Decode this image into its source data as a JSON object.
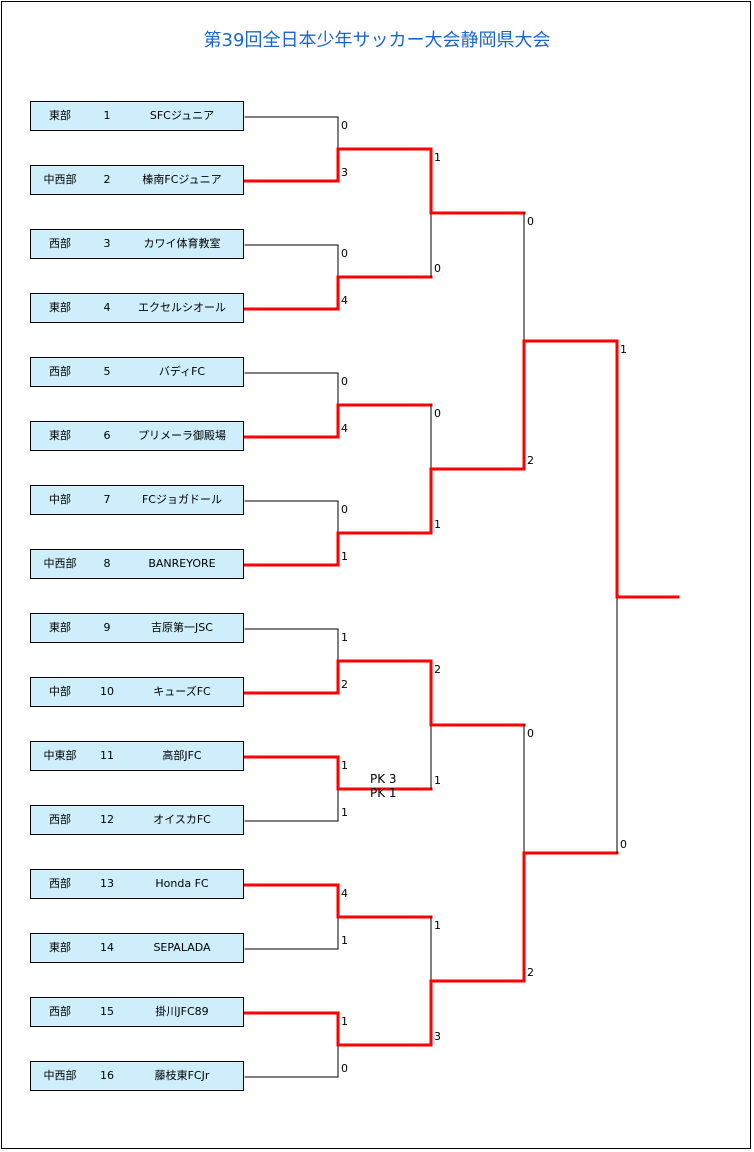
{
  "title": "第39回全日本少年サッカー大会静岡県大会",
  "colors": {
    "title": "#1a66cc",
    "box": "#cdeefa",
    "winner": "#ff0000",
    "line": "#000000"
  },
  "teams": [
    {
      "region": "東部",
      "seed": "1",
      "name": "SFCジュニア"
    },
    {
      "region": "中西部",
      "seed": "2",
      "name": "榛南FCジュニア"
    },
    {
      "region": "西部",
      "seed": "3",
      "name": "カワイ体育教室"
    },
    {
      "region": "東部",
      "seed": "4",
      "name": "エクセルシオール"
    },
    {
      "region": "西部",
      "seed": "5",
      "name": "バディFC"
    },
    {
      "region": "東部",
      "seed": "6",
      "name": "プリメーラ御殿場"
    },
    {
      "region": "中部",
      "seed": "7",
      "name": "FCジョガドール"
    },
    {
      "region": "中西部",
      "seed": "8",
      "name": "BANREYORE"
    },
    {
      "region": "東部",
      "seed": "9",
      "name": "吉原第一JSC"
    },
    {
      "region": "中部",
      "seed": "10",
      "name": "キューズFC"
    },
    {
      "region": "中東部",
      "seed": "11",
      "name": "高部JFC"
    },
    {
      "region": "西部",
      "seed": "12",
      "name": "オイスカFC"
    },
    {
      "region": "西部",
      "seed": "13",
      "name": "Honda FC"
    },
    {
      "region": "東部",
      "seed": "14",
      "name": "SEPALADA"
    },
    {
      "region": "西部",
      "seed": "15",
      "name": "掛川JFC89"
    },
    {
      "region": "中西部",
      "seed": "16",
      "name": "藤枝東FCJr"
    }
  ],
  "rounds": [
    {
      "name": "r1",
      "matches": [
        {
          "scores": [
            "0",
            "3"
          ],
          "winner": 1
        },
        {
          "scores": [
            "0",
            "4"
          ],
          "winner": 1
        },
        {
          "scores": [
            "0",
            "4"
          ],
          "winner": 1
        },
        {
          "scores": [
            "0",
            "1"
          ],
          "winner": 1
        },
        {
          "scores": [
            "1",
            "2"
          ],
          "winner": 1
        },
        {
          "scores": [
            "1",
            "1"
          ],
          "winner": 0,
          "pk": [
            "PK 3",
            "PK 1"
          ]
        },
        {
          "scores": [
            "4",
            "1"
          ],
          "winner": 0
        },
        {
          "scores": [
            "1",
            "0"
          ],
          "winner": 0
        }
      ]
    },
    {
      "name": "r2",
      "matches": [
        {
          "scores": [
            "1",
            "0"
          ],
          "winner": 0
        },
        {
          "scores": [
            "0",
            "1"
          ],
          "winner": 1
        },
        {
          "scores": [
            "2",
            "1"
          ],
          "winner": 0
        },
        {
          "scores": [
            "1",
            "3"
          ],
          "winner": 1
        }
      ]
    },
    {
      "name": "r3",
      "matches": [
        {
          "scores": [
            "0",
            "2"
          ],
          "winner": 1
        },
        {
          "scores": [
            "0",
            "2"
          ],
          "winner": 1
        }
      ]
    },
    {
      "name": "final",
      "matches": [
        {
          "scores": [
            "1",
            "0"
          ],
          "winner": 0
        }
      ]
    }
  ]
}
